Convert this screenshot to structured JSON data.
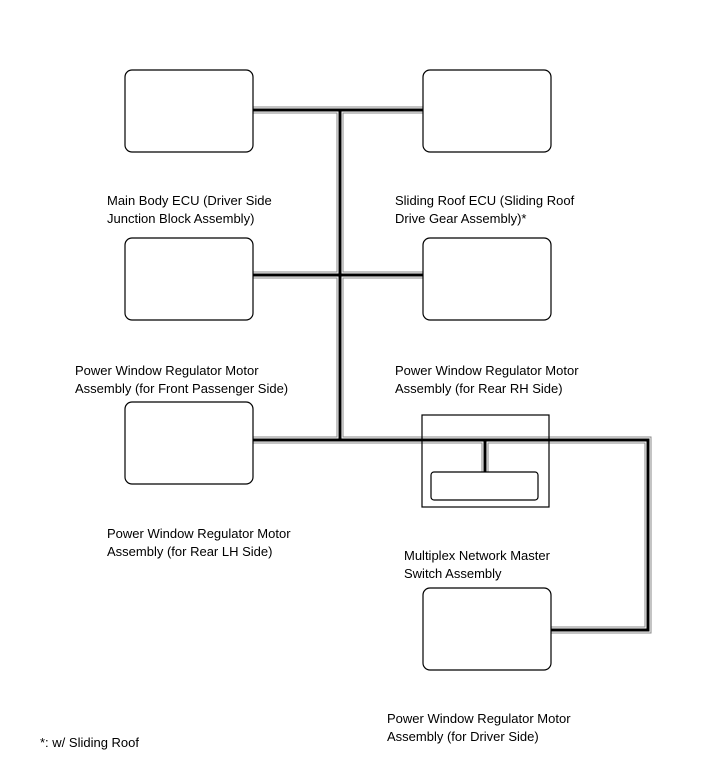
{
  "nodes": {
    "main_body_ecu": [
      "Main Body ECU (Driver Side",
      "Junction Block Assembly)"
    ],
    "sliding_roof_ecu": [
      "Sliding Roof ECU (Sliding Roof",
      "Drive Gear Assembly)*"
    ],
    "pw_front_passenger": [
      "Power Window Regulator Motor",
      "Assembly (for Front Passenger Side)"
    ],
    "pw_rear_rh": [
      "Power Window Regulator Motor",
      "Assembly (for Rear RH Side)"
    ],
    "pw_rear_lh": [
      "Power Window Regulator Motor",
      "Assembly (for Rear LH Side)"
    ],
    "master_switch": [
      "Multiplex Network Master",
      "Switch Assembly"
    ],
    "pw_driver": [
      "Power Window Regulator Motor",
      "Assembly (for Driver Side)"
    ]
  },
  "footnote": "*: w/ Sliding Roof"
}
